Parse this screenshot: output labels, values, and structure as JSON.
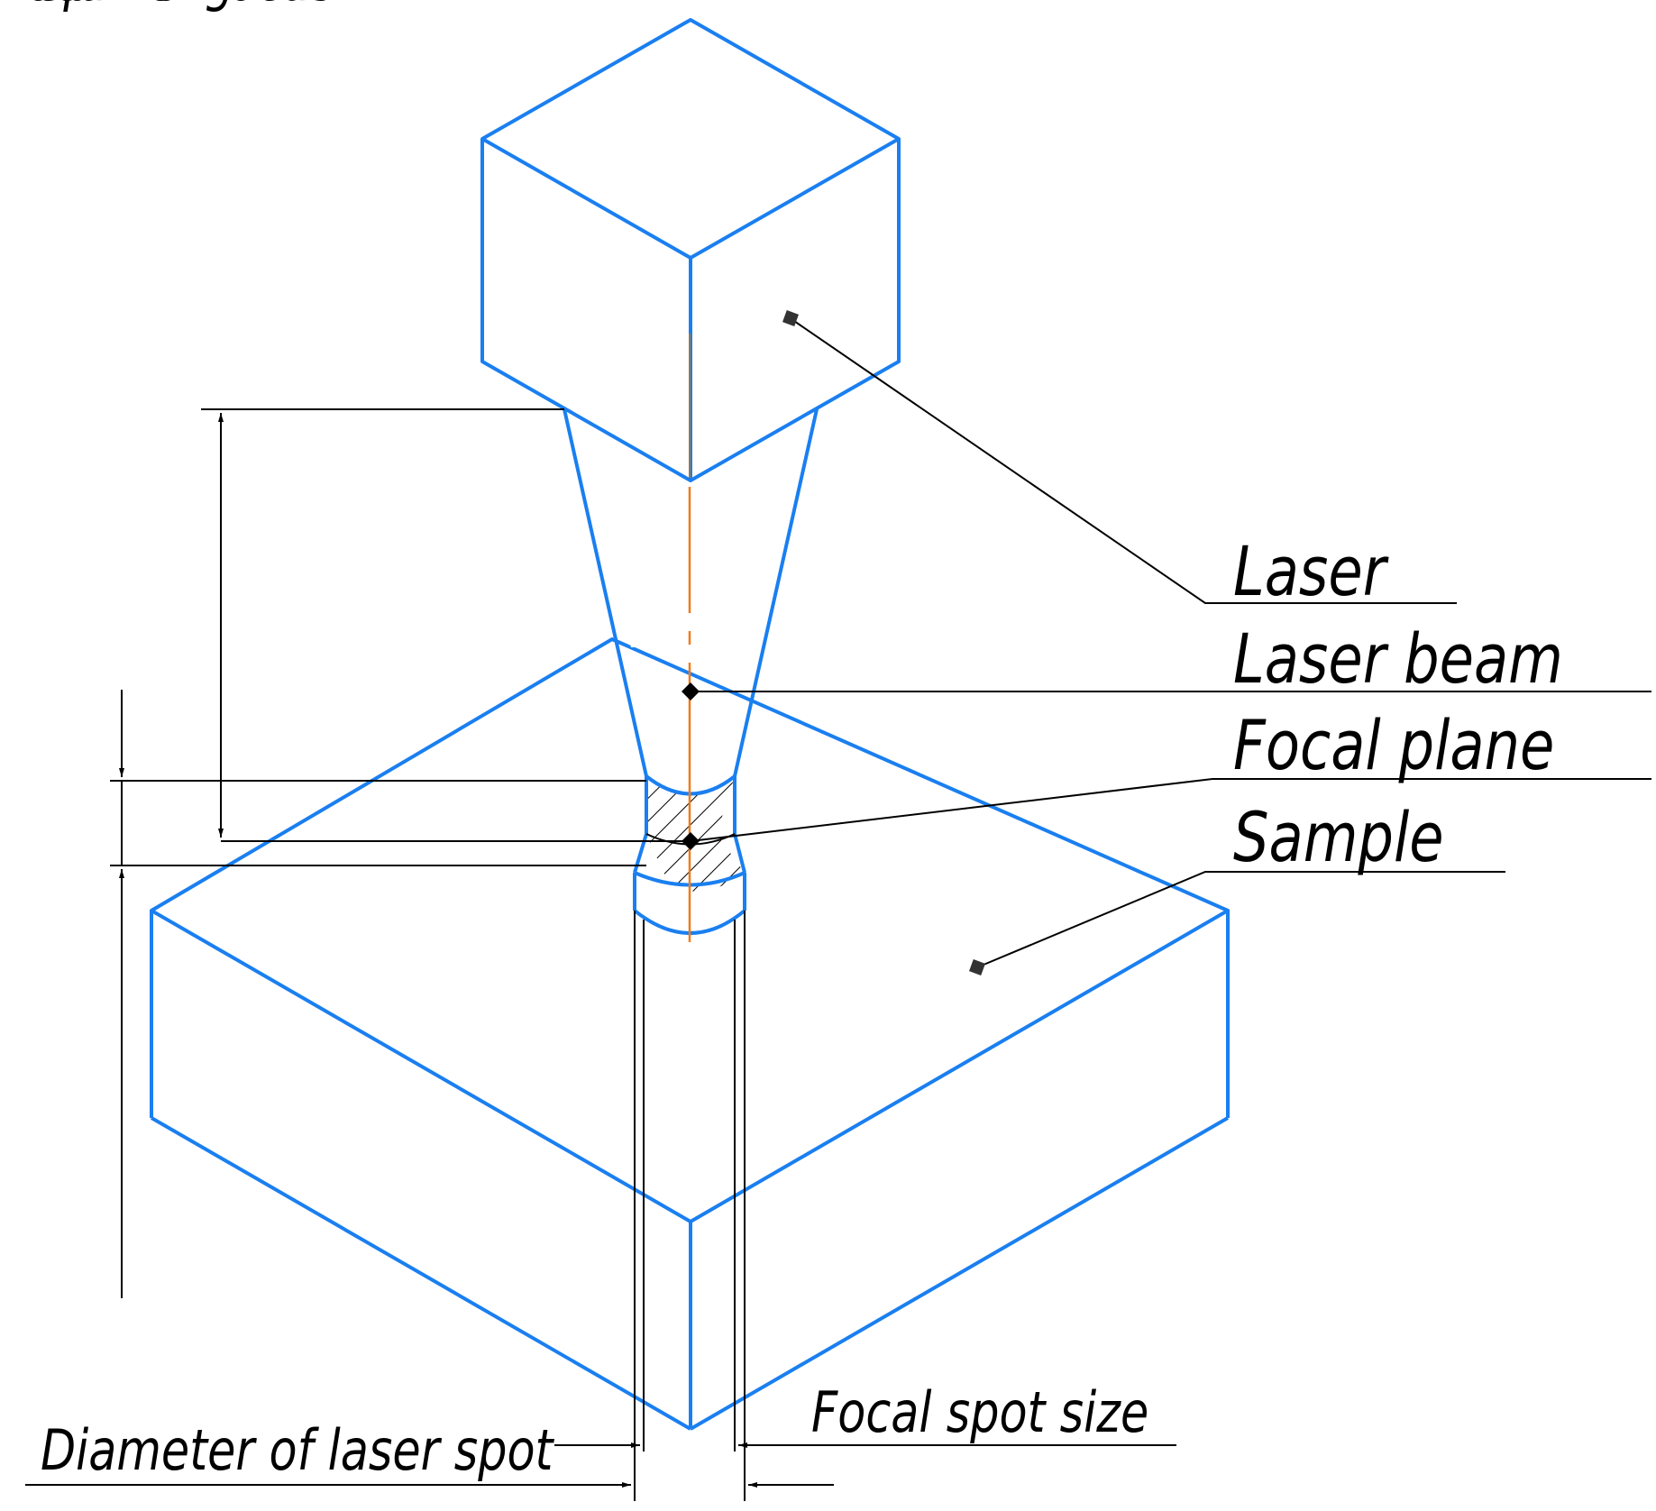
{
  "labels": {
    "laser": "Laser",
    "laser_beam": "Laser beam",
    "focal_plane": "Focal plane",
    "sample": "Sample",
    "focal_length": "Focal lenght",
    "depth_of_focus": "Depth of focus",
    "focal_spot_size": "Focal spot size",
    "diameter_of_laser_spot": "Diameter of laser spot"
  },
  "colors": {
    "outline": "#1a7ff0",
    "axis": "#f07a1a",
    "ink": "#000000"
  }
}
